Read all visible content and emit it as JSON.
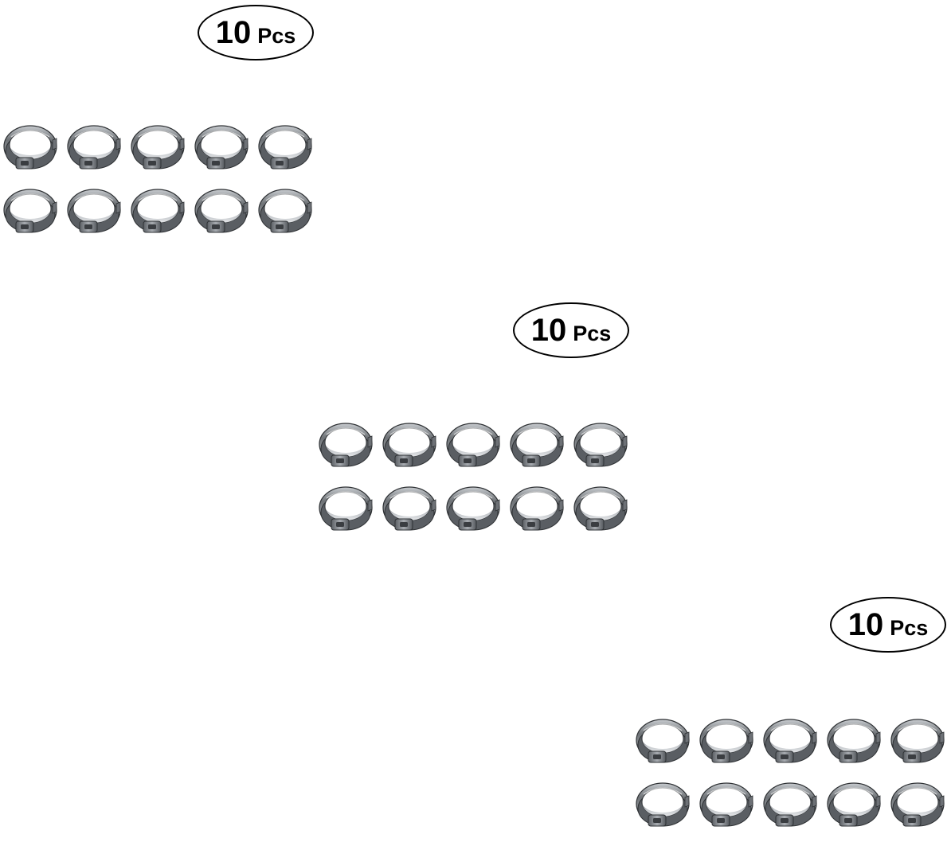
{
  "groups": [
    {
      "count": "10",
      "unit": "Pcs"
    },
    {
      "count": "10",
      "unit": "Pcs"
    },
    {
      "count": "10",
      "unit": "Pcs"
    }
  ],
  "colors": {
    "steel_dark": "#4a4d52",
    "steel_mid": "#8d9196",
    "steel_light": "#d5d8dc",
    "badge_border": "#000000"
  },
  "icons": {
    "clamp": "ear-hose-clamp-icon"
  }
}
